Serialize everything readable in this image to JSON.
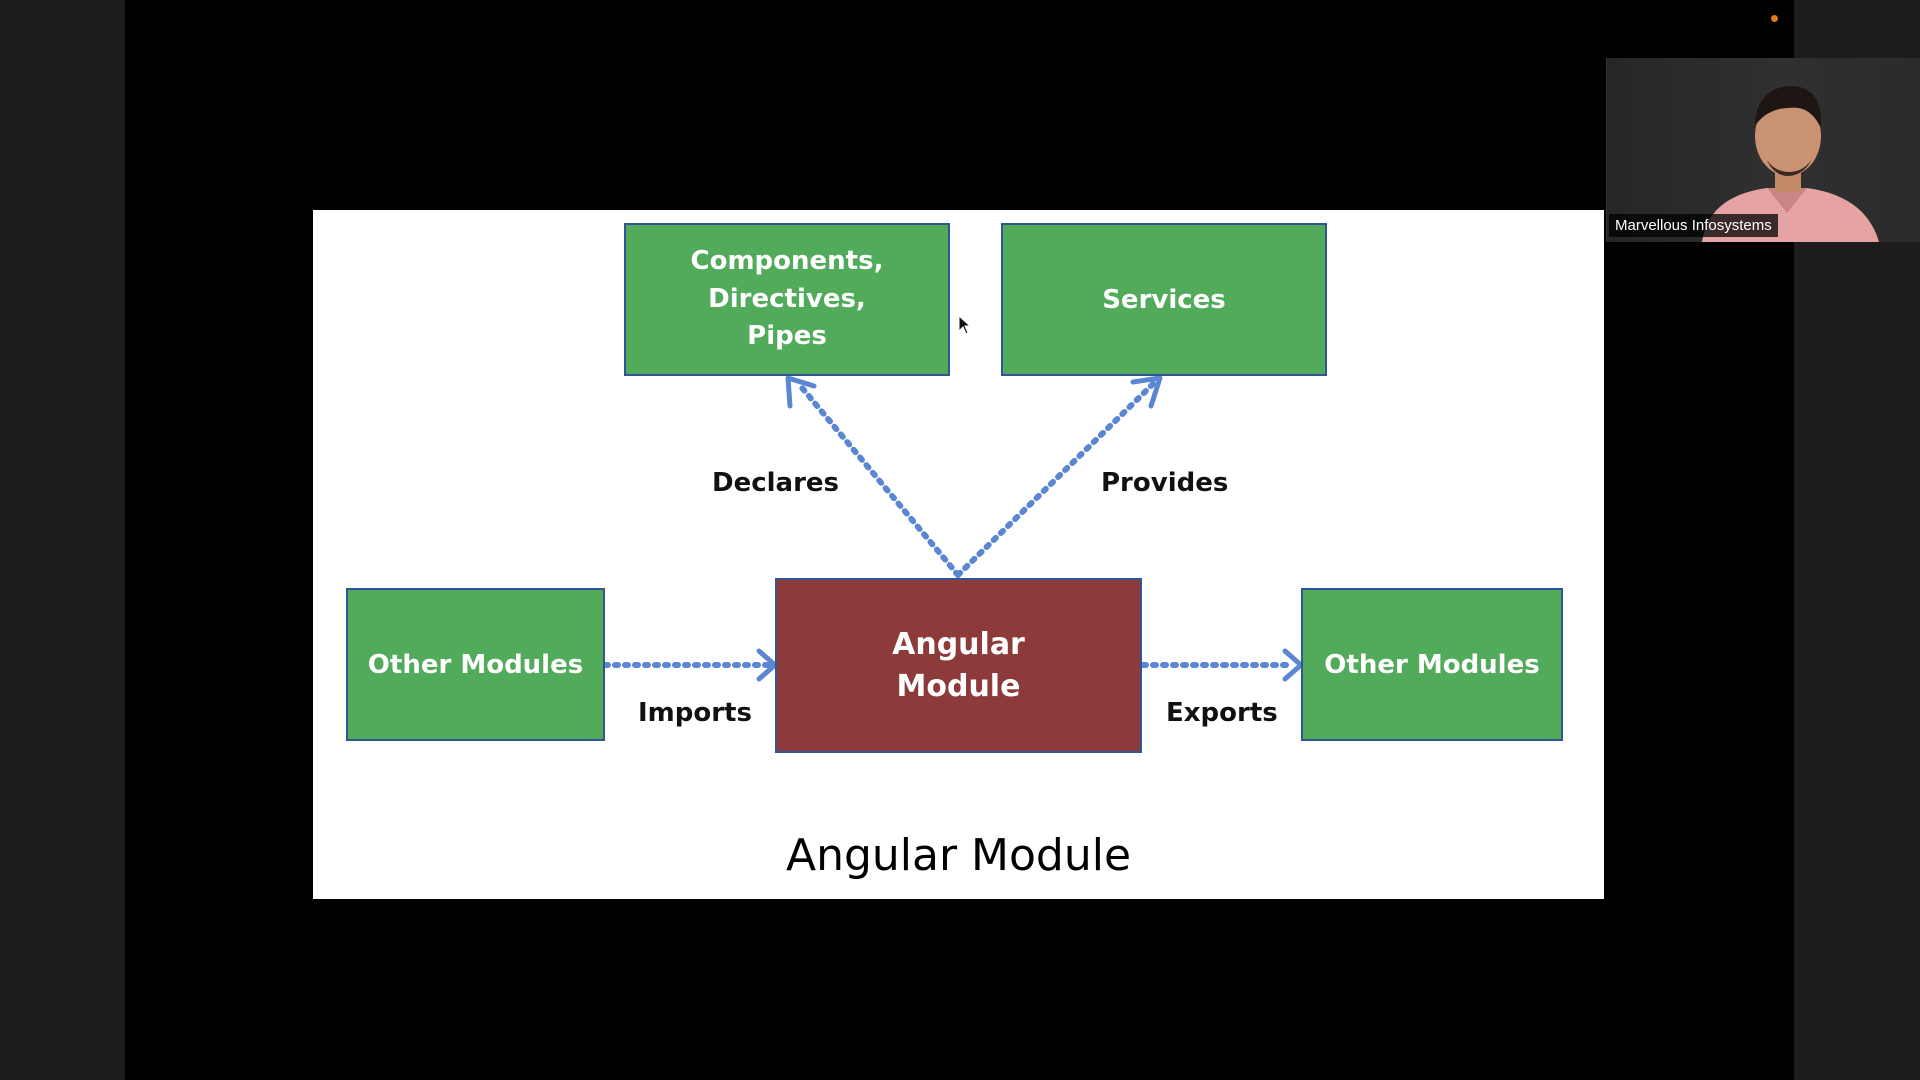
{
  "diagram": {
    "top_left_box": "Components,\nDirectives,\nPipes",
    "top_right_box": "Services",
    "center_box": "Angular\nModule",
    "left_box": "Other Modules",
    "right_box": "Other Modules",
    "label_declares": "Declares",
    "label_provides": "Provides",
    "label_imports": "Imports",
    "label_exports": "Exports",
    "caption": "Angular Module",
    "colors": {
      "green": "#52ab5a",
      "red": "#8c3a3a",
      "arrow": "#5b86d1",
      "border": "#2f5597"
    }
  },
  "video_call": {
    "participant_name": "Marvellous Infosystems",
    "recording_indicator_color": "#e07b1a"
  }
}
